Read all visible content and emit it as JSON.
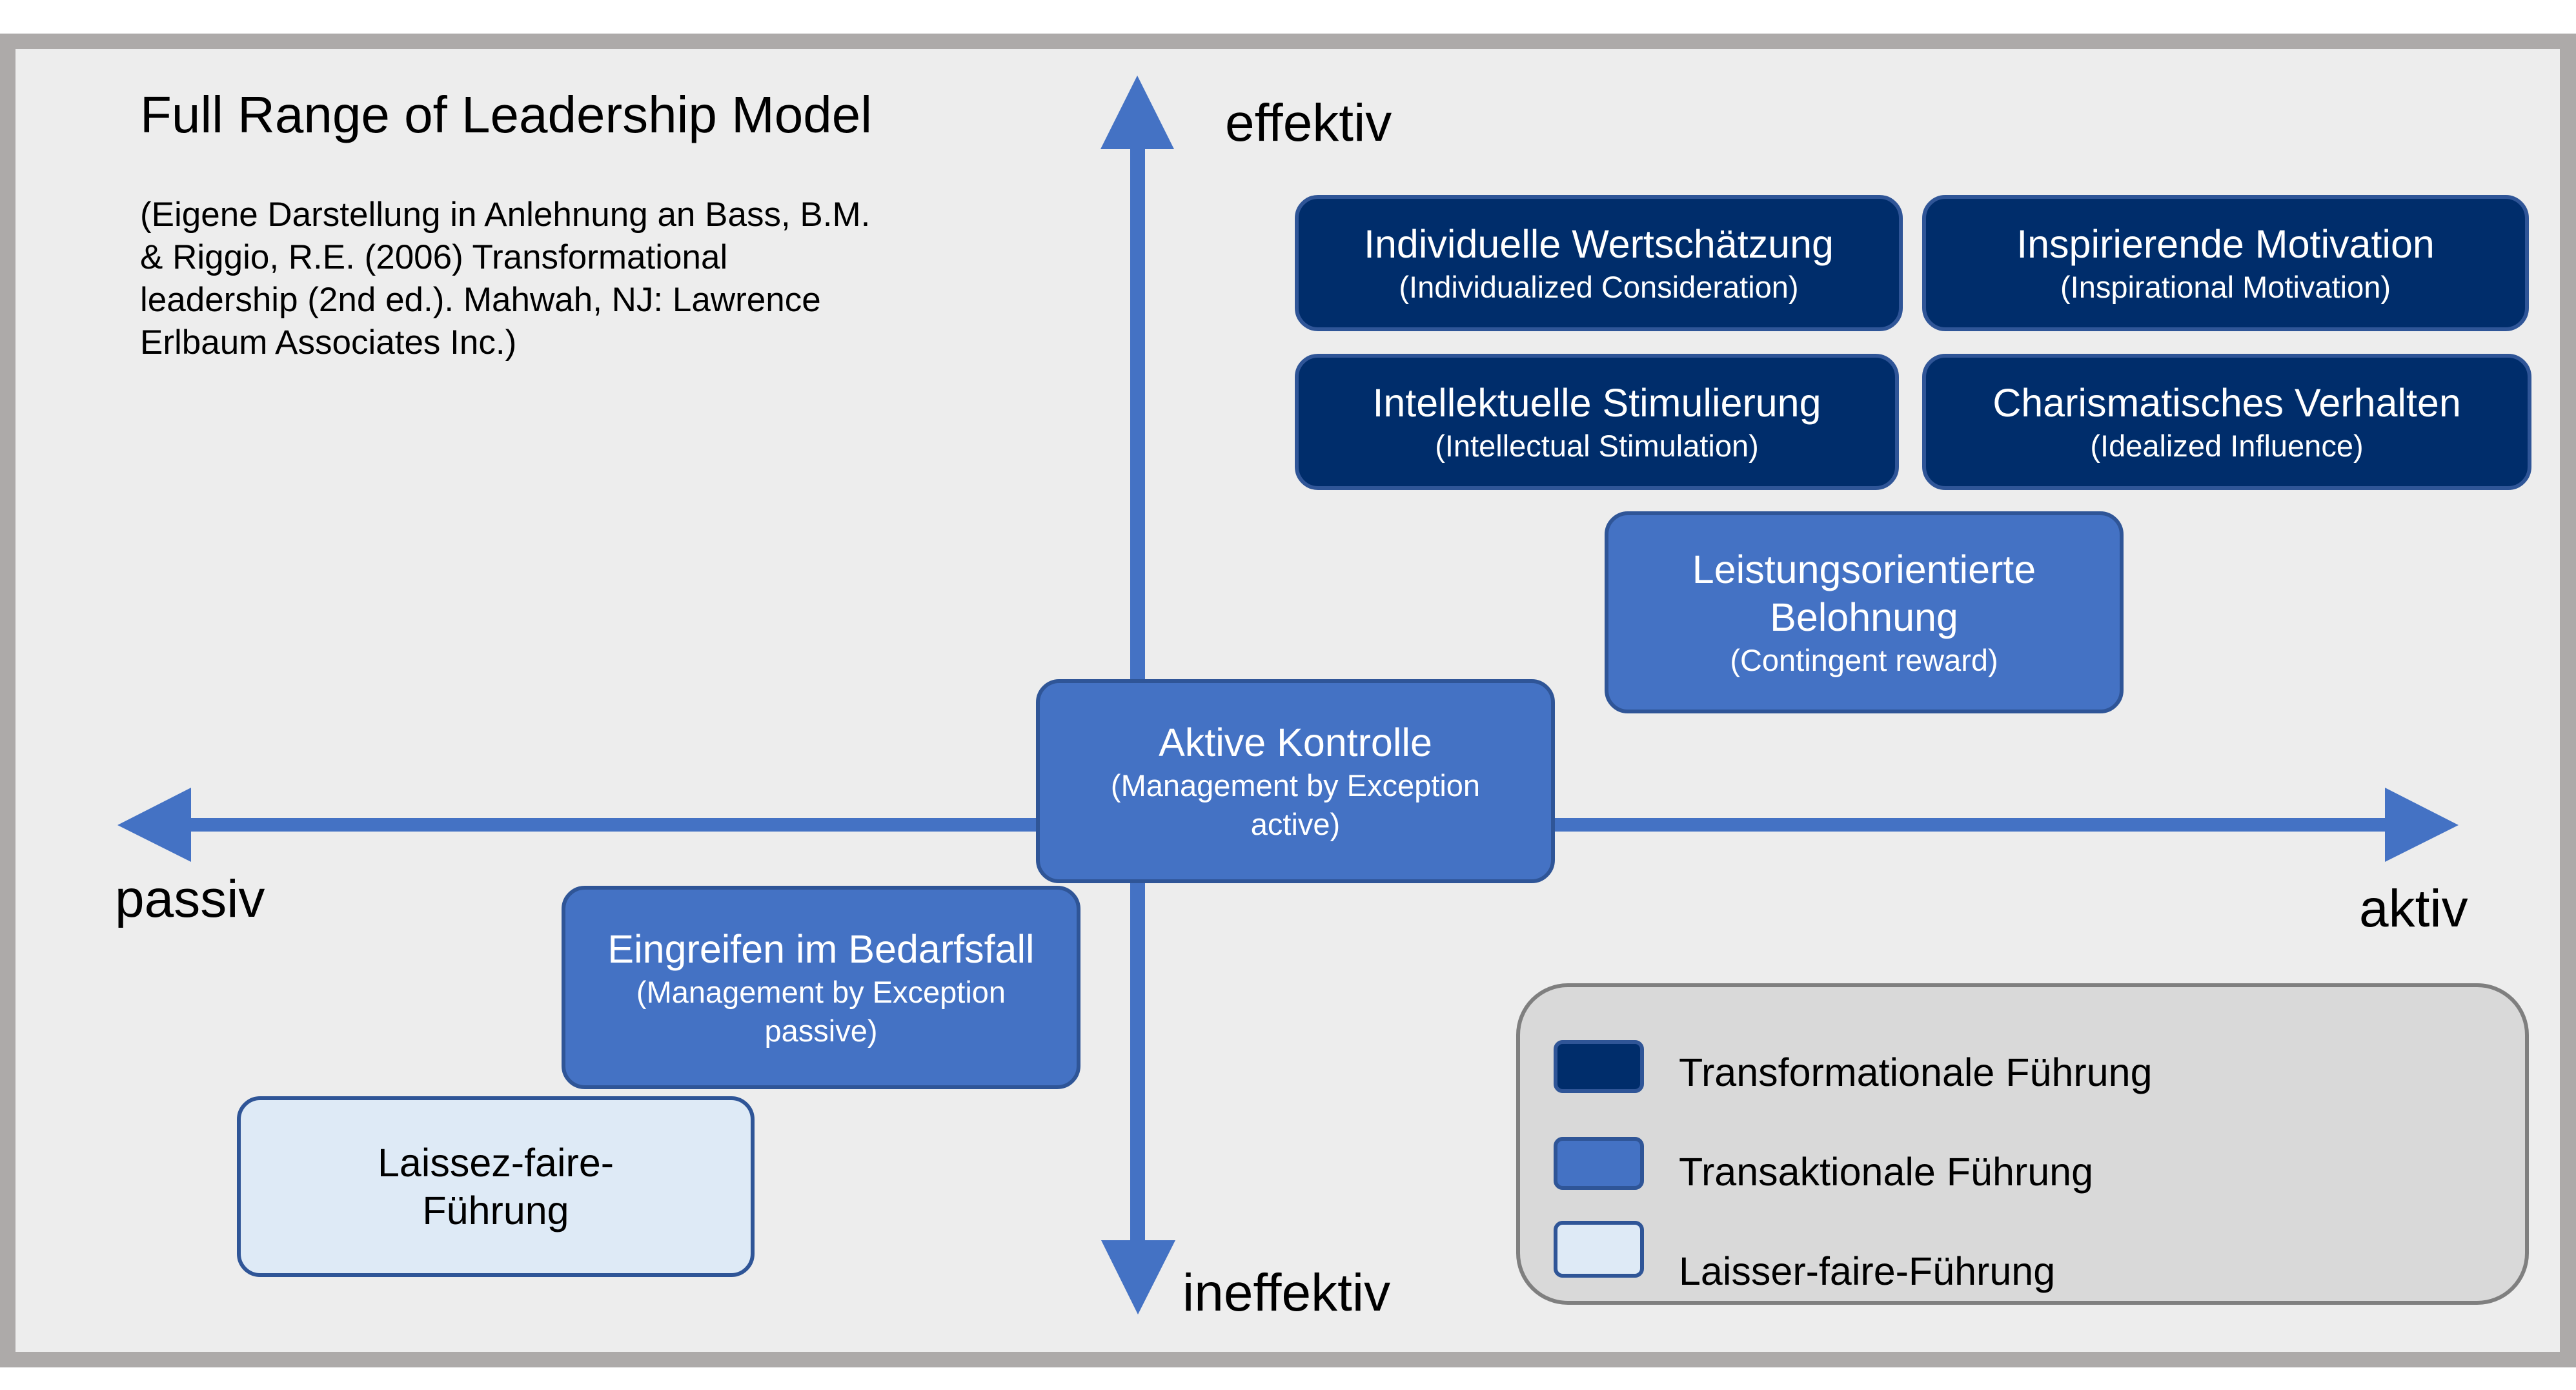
{
  "title": "Full Range of Leadership Model",
  "citation": "(Eigene Darstellung in Anlehnung an Bass, B.M.\n& Riggio, R.E. (2006) Transformational\nleadership (2nd ed.). Mahwah, NJ: Lawrence\nErlbaum Associates Inc.)",
  "axes": {
    "top": "effektiv",
    "bottom": "ineffektiv",
    "left": "passiv",
    "right": "aktiv"
  },
  "colors": {
    "transformational": "#002D6B",
    "transactional": "#4472C4",
    "laissez_faire": "#DEEAF6",
    "box_border": "#2F5597",
    "axis": "#4472C4",
    "background": "#EDEDED",
    "frame": "#ADAAA9",
    "legend_bg": "#D9D9D9"
  },
  "boxes": {
    "individual": {
      "main": "Individuelle Wertschätzung",
      "sub": "(Individualized Consideration)",
      "category": "transformational"
    },
    "inspiration": {
      "main": "Inspirierende Motivation",
      "sub": "(Inspirational Motivation)",
      "category": "transformational"
    },
    "intellectual": {
      "main": "Intellektuelle Stimulierung",
      "sub": "(Intellectual Stimulation)",
      "category": "transformational"
    },
    "charisma": {
      "main": "Charismatisches Verhalten",
      "sub": "(Idealized Influence)",
      "category": "transformational"
    },
    "contingent": {
      "main1": "Leistungsorientierte",
      "main2": "Belohnung",
      "sub": "(Contingent reward)",
      "category": "transactional"
    },
    "active": {
      "main": "Aktive Kontrolle",
      "sub1": "(Management by Exception",
      "sub2": "active)",
      "category": "transactional"
    },
    "passive": {
      "main": "Eingreifen im Bedarfsfall",
      "sub1": "(Management by Exception",
      "sub2": "passive)",
      "category": "transactional"
    },
    "laissez": {
      "main1": "Laissez-faire-",
      "main2": "Führung",
      "category": "laissez_faire"
    }
  },
  "legend": [
    {
      "label": "Transformationale Führung",
      "color": "#002D6B"
    },
    {
      "label": "Transaktionale Führung",
      "color": "#4472C4"
    },
    {
      "label": "Laisser-faire-Führung",
      "color": "#DEEAF6"
    }
  ]
}
